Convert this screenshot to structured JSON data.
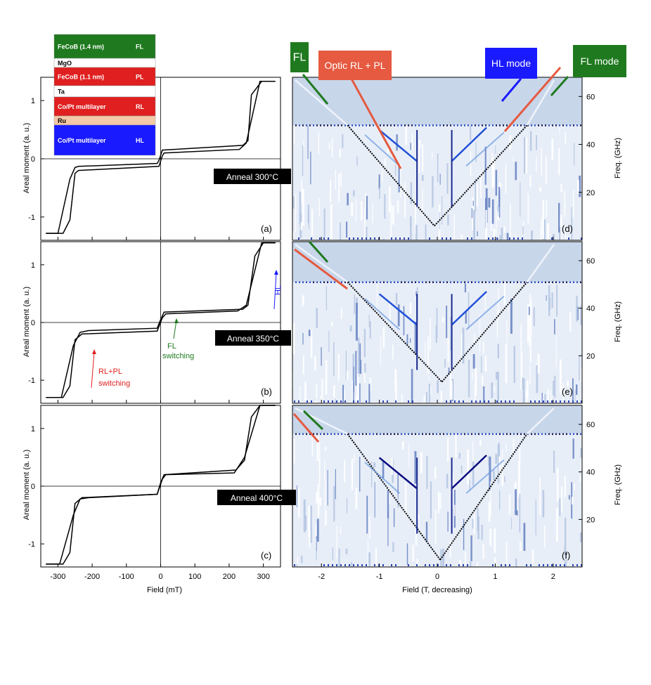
{
  "chart_data": [
    {
      "type": "line",
      "panel_label": "(a)",
      "xlabel": "",
      "ylabel": "Areal moment (a. u.)",
      "xlim": [
        -350,
        350
      ],
      "ylim": [
        -1.4,
        1.4
      ],
      "yticks": [
        "1",
        "0",
        "-1"
      ],
      "annotation": "Anneal 300°C",
      "series": [
        {
          "x": [
            -335,
            -300,
            -265,
            -250,
            -240,
            -10,
            -5,
            5,
            240,
            255,
            265,
            295,
            335
          ],
          "y": [
            -1.28,
            -1.28,
            -0.35,
            -0.15,
            -0.13,
            -0.08,
            -0.03,
            0.15,
            0.23,
            0.31,
            1.1,
            1.33,
            1.33
          ]
        },
        {
          "x": [
            335,
            290,
            250,
            230,
            10,
            5,
            -5,
            -240,
            -250,
            -265,
            -285,
            -335
          ],
          "y": [
            1.33,
            1.33,
            0.27,
            0.16,
            0.1,
            0.05,
            -0.13,
            -0.2,
            -0.25,
            -1.05,
            -1.28,
            -1.28
          ]
        }
      ]
    },
    {
      "type": "line",
      "panel_label": "(b)",
      "xlabel": "",
      "ylabel": "Areal moment (a. u.)",
      "xlim": [
        -350,
        350
      ],
      "ylim": [
        -1.4,
        1.4
      ],
      "yticks": [
        "1",
        "0",
        "-1"
      ],
      "annotation": "Anneal 350°C",
      "annotations": [
        "HL",
        "FL",
        "switching",
        "RL+PL",
        "switching"
      ],
      "series": [
        {
          "x": [
            -335,
            -290,
            -255,
            -235,
            -210,
            -10,
            0,
            10,
            240,
            255,
            275,
            300,
            335
          ],
          "y": [
            -1.3,
            -1.3,
            -0.4,
            -0.17,
            -0.14,
            -0.1,
            0.05,
            0.18,
            0.23,
            0.3,
            1.15,
            1.38,
            1.38
          ]
        },
        {
          "x": [
            335,
            295,
            250,
            225,
            15,
            5,
            -10,
            -230,
            -250,
            -265,
            -285,
            -335
          ],
          "y": [
            1.38,
            1.38,
            0.3,
            0.2,
            0.15,
            0.08,
            -0.15,
            -0.2,
            -0.3,
            -1.1,
            -1.3,
            -1.3
          ]
        }
      ]
    },
    {
      "type": "line",
      "panel_label": "(c)",
      "xlabel": "Field (mT)",
      "ylabel": "Areal moment (a. u.)",
      "xlim": [
        -350,
        350
      ],
      "ylim": [
        -1.4,
        1.4
      ],
      "xticks": [
        "-300",
        "-200",
        "-100",
        "0",
        "100",
        "200",
        "300"
      ],
      "yticks": [
        "1",
        "0",
        "-1"
      ],
      "annotation": "Anneal 400°C",
      "series": [
        {
          "x": [
            -335,
            -295,
            -255,
            -235,
            -210,
            -10,
            0,
            10,
            220,
            245,
            265,
            290,
            335
          ],
          "y": [
            -1.35,
            -1.35,
            -0.5,
            -0.22,
            -0.2,
            -0.14,
            0.06,
            0.2,
            0.28,
            0.45,
            1.2,
            1.4,
            1.4
          ]
        },
        {
          "x": [
            335,
            290,
            245,
            215,
            15,
            5,
            -10,
            -230,
            -250,
            -265,
            -285,
            -335
          ],
          "y": [
            1.4,
            1.4,
            0.5,
            0.23,
            0.2,
            0.12,
            -0.14,
            -0.2,
            -0.3,
            -1.15,
            -1.35,
            -1.35
          ]
        }
      ]
    },
    {
      "type": "heatmap",
      "panel_label": "(d)",
      "xlabel": "",
      "ylabel": "Freq. (GHz)",
      "xlim": [
        -2.5,
        2.5
      ],
      "ylim": [
        0,
        68
      ],
      "yticks": [
        "60",
        "40",
        "20"
      ],
      "mode_lines": [
        {
          "name": "FL",
          "x": [
            -2.5,
            -0.05,
            2.5
          ],
          "y": [
            68,
            6,
            68
          ]
        },
        {
          "name": "Optic RL + PL",
          "x": [
            -1.65,
            -0.35
          ],
          "y": [
            50,
            32
          ]
        },
        {
          "name": "HL mode",
          "x": [
            0.25,
            1.45
          ],
          "y": [
            32,
            50
          ]
        }
      ]
    },
    {
      "type": "heatmap",
      "panel_label": "(e)",
      "xlabel": "",
      "ylabel": "Freq. (GHz)",
      "xlim": [
        -2.5,
        2.5
      ],
      "ylim": [
        0,
        68
      ],
      "yticks": [
        "60",
        "40",
        "20"
      ]
    },
    {
      "type": "heatmap",
      "panel_label": "(f)",
      "xlabel": "Field (T, decreasing)",
      "ylabel": "Freq. (GHz)",
      "xlim": [
        -2.5,
        2.5
      ],
      "ylim": [
        0,
        68
      ],
      "xticks": [
        "-2",
        "-1",
        "0",
        "1",
        "2"
      ],
      "yticks": [
        "60",
        "40",
        "20"
      ]
    }
  ],
  "stack": [
    {
      "name": "FeCoB (1.4 nm)",
      "tag": "FL",
      "color": "#1f7a1f"
    },
    {
      "name": "MgO",
      "tag": "",
      "color": "#ffffff"
    },
    {
      "name": "FeCoB (1.1 nm)",
      "tag": "PL",
      "color": "#e02020"
    },
    {
      "name": "Ta",
      "tag": "",
      "color": "#ffffff"
    },
    {
      "name": "Co/Pt multilayer",
      "tag": "RL",
      "color": "#e02020"
    },
    {
      "name": "Ru",
      "tag": "",
      "color": "#f4c9a8"
    },
    {
      "name": "Co/Pt multilayer",
      "tag": "HL",
      "color": "#1a1aff"
    }
  ],
  "legend_boxes": [
    {
      "text": "FL",
      "color": "#1f7a1f"
    },
    {
      "text": "Optic RL + PL",
      "color": "#e55a40"
    },
    {
      "text": "HL mode",
      "color": "#1a1aff"
    },
    {
      "text": "FL mode",
      "color": "#1f7a1f"
    }
  ],
  "colors": {
    "fl": "#1f7a1f",
    "rl": "#e55a40",
    "hl": "#1a1aff",
    "heat_bg": "#c8d6ea"
  }
}
